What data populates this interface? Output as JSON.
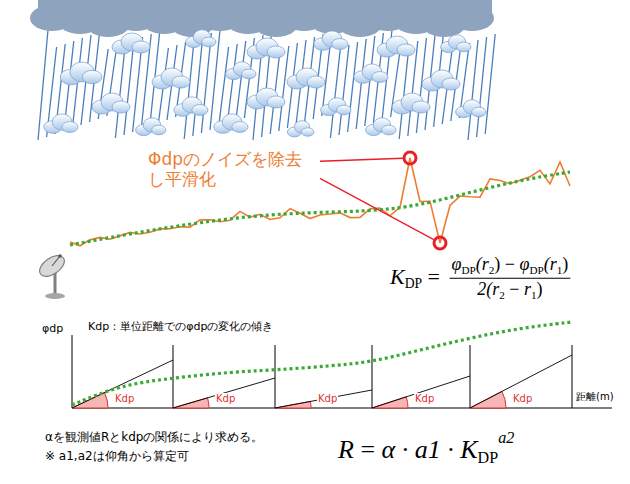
{
  "diagram": {
    "labels": [
      "Φdpのノイズを除去 し平滑化",
      "K",
      "DP",
      "=",
      "φ",
      "DP",
      "(r",
      "2",
      ")",
      "−",
      "φ",
      "DP",
      "(r",
      "1",
      ")",
      "2(r",
      "2",
      "−",
      "r",
      "1",
      ")",
      "Kdp：単位距離でのφdpの変化の傾き",
      "φdp",
      "Kdp",
      "Kdp",
      "Kdp",
      "Kdp",
      "Kdp",
      "距離(m)",
      "αを観測値Rとkdpの関係により求める。",
      "※ a1,a2は仰角から算定可",
      "R",
      "=",
      "α · a1 · K",
      "DP",
      "a2"
    ]
  }
}
